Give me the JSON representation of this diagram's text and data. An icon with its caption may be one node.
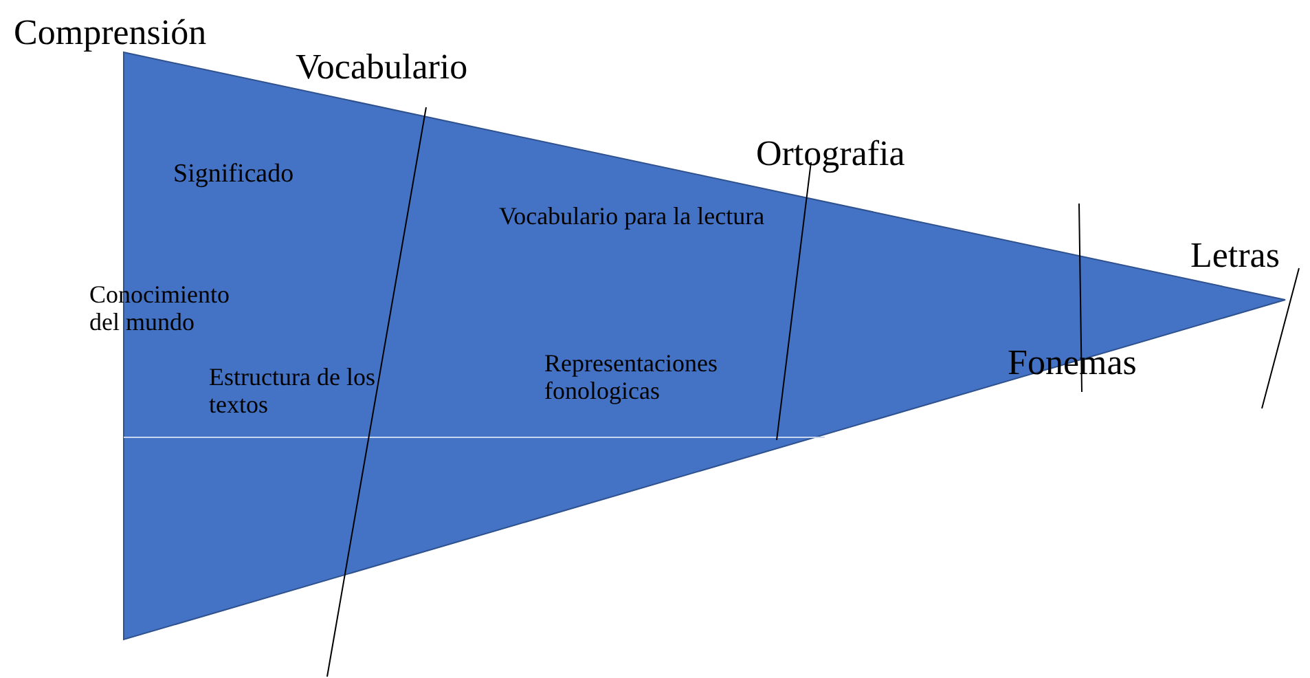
{
  "diagram": {
    "labels": [
      "Comprensión",
      "Vocabulario",
      "Significado",
      "Ortografia",
      "Vocabulario para la lectura",
      "Letras",
      "Conocimiento del mundo",
      "Fonemas",
      "Representaciones fonologicas",
      "Estructura de los textos"
    ]
  }
}
